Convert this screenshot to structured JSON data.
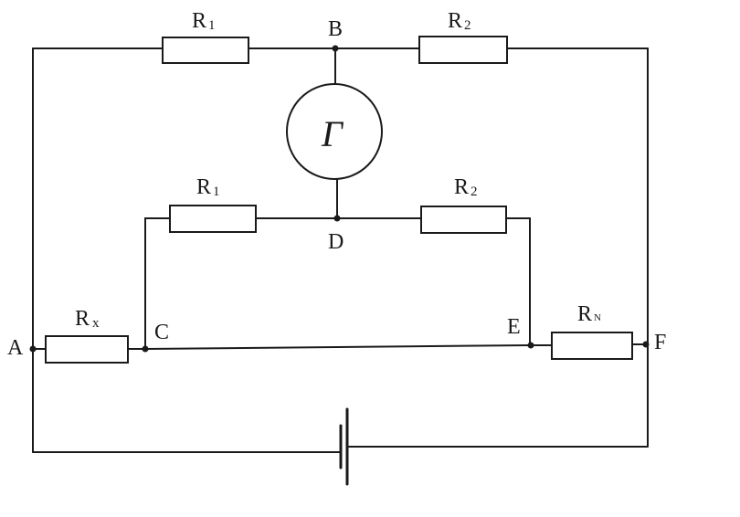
{
  "nodes": {
    "a": "A",
    "b": "B",
    "c": "C",
    "d": "D",
    "e": "E",
    "f": "F"
  },
  "resistors": {
    "top_left": {
      "letter": "R",
      "sub": "1"
    },
    "top_right": {
      "letter": "R",
      "sub": "2"
    },
    "mid_left": {
      "letter": "R",
      "sub": "1"
    },
    "mid_right": {
      "letter": "R",
      "sub": "2"
    },
    "rx": {
      "letter": "R",
      "sub": "x"
    },
    "rn": {
      "letter": "R",
      "sub": "N"
    }
  },
  "galvanometer": {
    "symbol": "Г"
  }
}
